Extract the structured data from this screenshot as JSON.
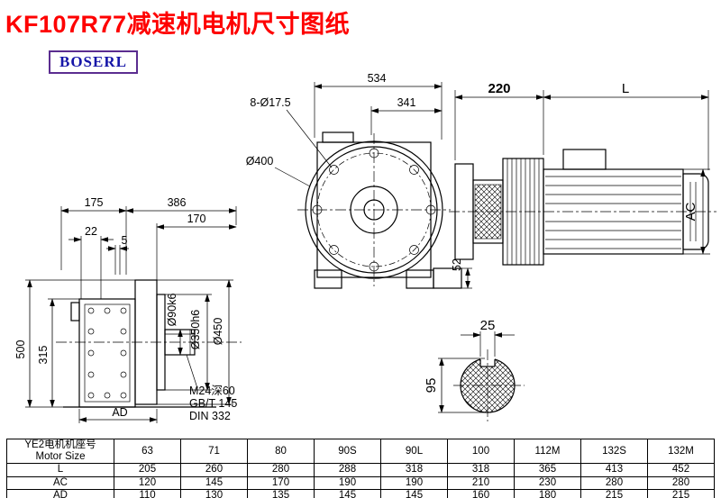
{
  "page": {
    "title": "KF107R77减速机电机尺寸图纸",
    "logo": "BOSERL"
  },
  "drawing": {
    "labels": {
      "d534": "534",
      "d341": "341",
      "holes": "8-Ø17.5",
      "d400": "Ø400",
      "d52": "52",
      "d220": "220",
      "dL": "L",
      "dAC": "AC",
      "d175": "175",
      "d386": "386",
      "d170": "170",
      "d22": "22",
      "d5": "5",
      "d500": "500",
      "d315": "315",
      "d90": "Ø90k6",
      "d350": "Ø350h6",
      "d450": "Ø450",
      "dAD": "AD",
      "note_m24": "M24深60",
      "note_gb": "GB/T 145",
      "note_din": "DIN 332",
      "d25": "25",
      "d95": "95"
    }
  },
  "table": {
    "header_line1": "YE2电机机座号",
    "header_line2": "Motor Size",
    "sizes": [
      "63",
      "71",
      "80",
      "90S",
      "90L",
      "100",
      "112M",
      "132S",
      "132M"
    ],
    "rows": [
      {
        "label": "L",
        "values": [
          "205",
          "260",
          "280",
          "288",
          "318",
          "318",
          "365",
          "413",
          "452"
        ]
      },
      {
        "label": "AC",
        "values": [
          "120",
          "145",
          "170",
          "190",
          "190",
          "210",
          "230",
          "280",
          "280"
        ]
      },
      {
        "label": "AD",
        "values": [
          "110",
          "130",
          "135",
          "145",
          "145",
          "160",
          "180",
          "215",
          "215"
        ]
      }
    ]
  }
}
